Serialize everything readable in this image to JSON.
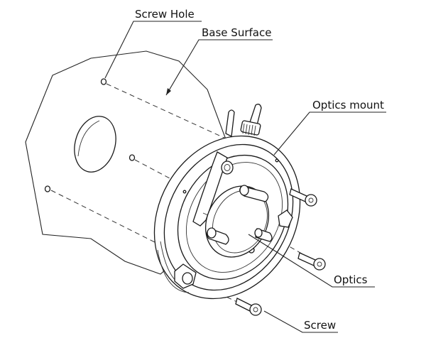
{
  "labels": {
    "screw_hole": "Screw Hole",
    "base_surface": "Base Surface",
    "optics_mount": "Optics mount",
    "optics": "Optics",
    "screw": "Screw"
  }
}
